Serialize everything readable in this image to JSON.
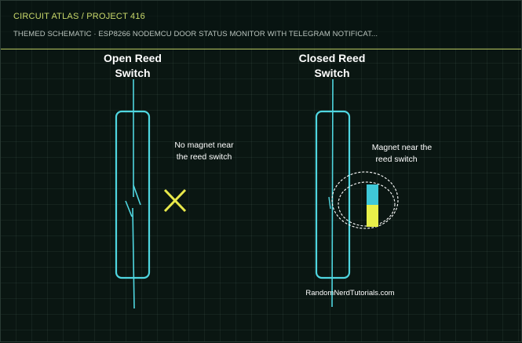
{
  "header": {
    "breadcrumb": "CIRCUIT ATLAS / PROJECT 416",
    "subtitle": "THEMED SCHEMATIC · ESP8266 NODEMCU DOOR STATUS MONITOR WITH TELEGRAM NOTIFICAT..."
  },
  "diagram": {
    "open_title_line1": "Open Reed",
    "open_title_line2": "Switch",
    "open_note_line1": "No magnet near",
    "open_note_line2": "the reed switch",
    "closed_title_line1": "Closed Reed",
    "closed_title_line2": "Switch",
    "closed_note_line1": "Magnet near the",
    "closed_note_line2": "reed switch",
    "credit": "RandomNerdTutorials.com"
  },
  "colors": {
    "accent": "#c9d86a",
    "wire": "#4fd6e0",
    "cross": "#e8e84a",
    "magnet_north": "#3fc8d8",
    "magnet_south": "#e8f04a"
  }
}
